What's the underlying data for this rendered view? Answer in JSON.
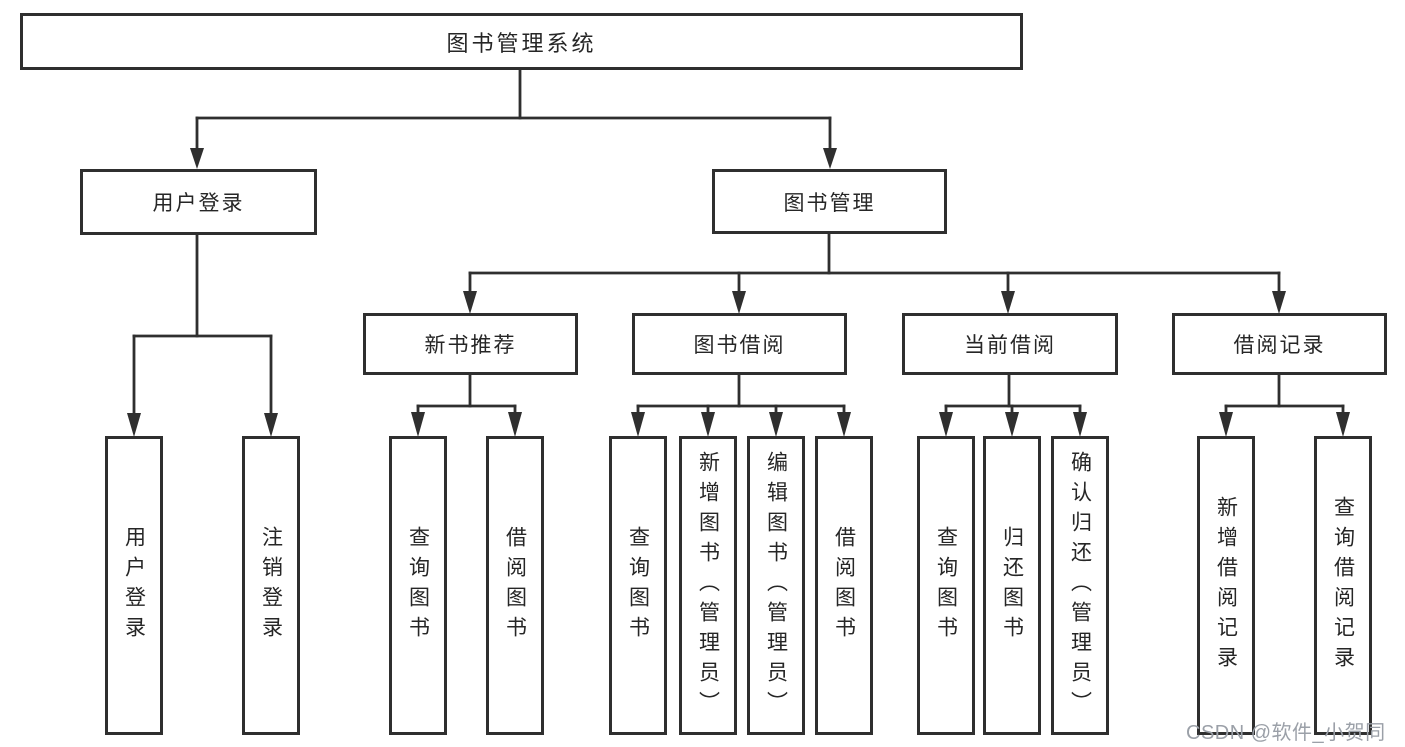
{
  "diagram": {
    "title": "图书管理系统",
    "branches": [
      {
        "label": "用户登录",
        "leaves": [
          {
            "label": "用户登录"
          },
          {
            "label": "注销登录"
          }
        ]
      },
      {
        "label": "图书管理",
        "groups": [
          {
            "label": "新书推荐",
            "leaves": [
              {
                "label": "查询图书"
              },
              {
                "label": "借阅图书"
              }
            ]
          },
          {
            "label": "图书借阅",
            "leaves": [
              {
                "label": "查询图书"
              },
              {
                "label": "新增图书（管理员）"
              },
              {
                "label": "编辑图书（管理员）"
              },
              {
                "label": "借阅图书"
              }
            ]
          },
          {
            "label": "当前借阅",
            "leaves": [
              {
                "label": "查询图书"
              },
              {
                "label": "归还图书"
              },
              {
                "label": "确认归还（管理员）"
              }
            ]
          },
          {
            "label": "借阅记录",
            "leaves": [
              {
                "label": "新增借阅记录"
              },
              {
                "label": "查询借阅记录"
              }
            ]
          }
        ]
      }
    ]
  },
  "watermark": {
    "text": "CSDN @软件_小贺同学"
  },
  "colors": {
    "line": "#2f2f2f",
    "text": "#262626",
    "background": "#ffffff",
    "watermark": "#9ba0a8"
  }
}
